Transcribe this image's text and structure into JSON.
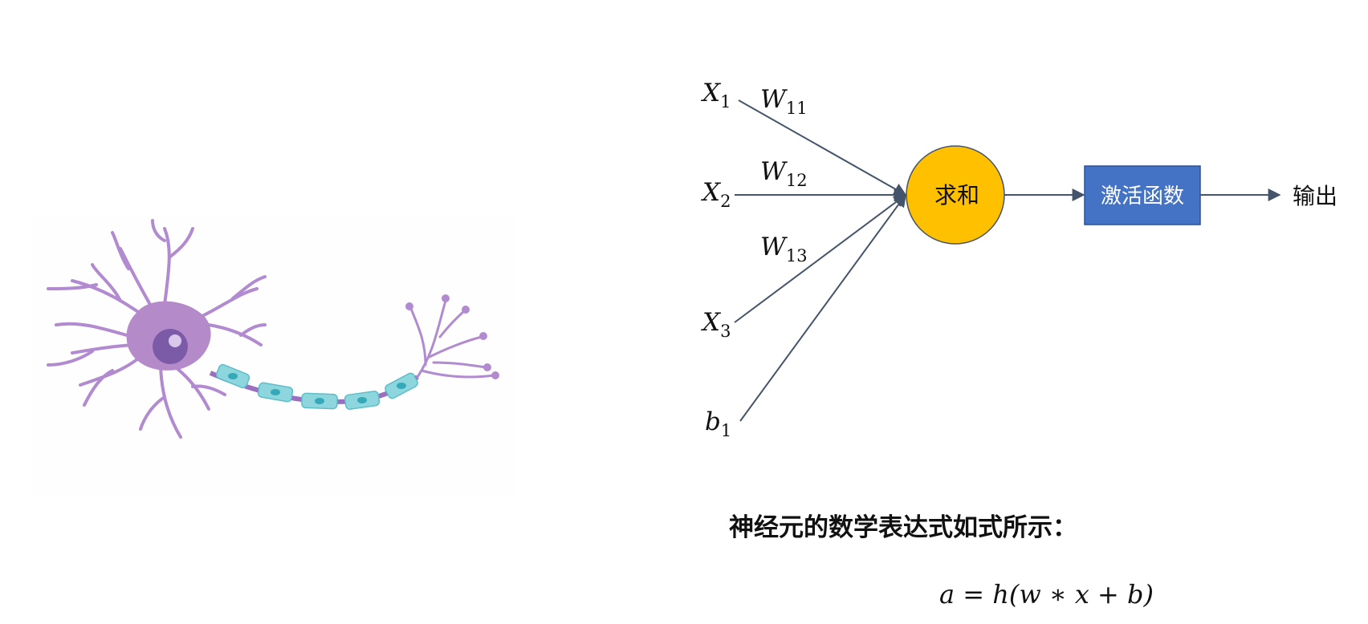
{
  "diagram": {
    "inputs": [
      {
        "var": "X",
        "sub": "1"
      },
      {
        "var": "X",
        "sub": "2"
      },
      {
        "var": "X",
        "sub": "3"
      },
      {
        "var": "b",
        "sub": "1"
      }
    ],
    "weights": [
      {
        "var": "W",
        "sub": "11"
      },
      {
        "var": "W",
        "sub": "12"
      },
      {
        "var": "W",
        "sub": "13"
      }
    ],
    "sum_node": {
      "label": "求和",
      "color": "#FFC000"
    },
    "activation_box": {
      "label": "激活函数",
      "color": "#4472C4"
    },
    "output_label": "输出",
    "edge_color": "#44546A"
  },
  "caption": "神经元的数学表达式如式所示：",
  "formula": "a = h(w ∗ x + b)",
  "neuron_illustration": {
    "colors": {
      "soma": "#B48BC8",
      "dendrite": "#B18AD0",
      "nucleus": "#7B5BA8",
      "myelin": "#8ED6DE",
      "axon_core": "#9A6FC0"
    }
  }
}
